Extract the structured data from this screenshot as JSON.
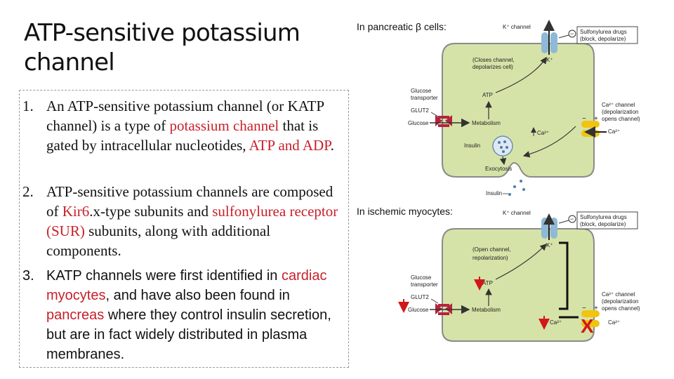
{
  "title": "ATP-sensitive potassium channel",
  "points": [
    {
      "num": "1.",
      "segments": [
        {
          "text": "An ATP-sensitive potassium channel (or KATP channel) is a type of ",
          "red": false
        },
        {
          "text": "potassium channel",
          "red": true
        },
        {
          "text": " that is gated by intracellular nucleotides, ",
          "red": false
        },
        {
          "text": "ATP and ADP",
          "red": true
        },
        {
          "text": ".",
          "red": false
        }
      ]
    },
    {
      "num": "2.",
      "segments": [
        {
          "text": "ATP-sensitive potassium channels are composed of ",
          "red": false
        },
        {
          "text": "Kir6",
          "red": true
        },
        {
          "text": ".x-type subunits and ",
          "red": false
        },
        {
          "text": "sulfonylurea receptor (SUR)",
          "red": true
        },
        {
          "text": " subunits, along with additional components.",
          "red": false
        }
      ]
    },
    {
      "num": "3.",
      "segments": [
        {
          "text": "KATP channels were first identified in ",
          "red": false
        },
        {
          "text": "cardiac myocytes",
          "red": true
        },
        {
          "text": ", and have also been found in ",
          "red": false
        },
        {
          "text": "pancreas",
          "red": true
        },
        {
          "text": " where they control insulin secretion, but are in fact widely distributed in plasma membranes.",
          "red": false
        }
      ]
    }
  ],
  "diagram_top": {
    "heading": "In pancreatic β cells:",
    "k_channel": "K⁺ channel",
    "sulfonylurea": "Sulfonylurea drugs",
    "sulfonylurea2": "(block, depolarize)",
    "closes1": "(Closes channel,",
    "closes2": "depolarizes cell)",
    "k_plus": "K⁺",
    "atp": "ATP",
    "glucose_transporter1": "Glucose",
    "glucose_transporter2": "transporter",
    "glut2": "GLUT2",
    "glucose": "Glucose",
    "metabolism": "Metabolism",
    "insulin_inside": "Insulin",
    "exocytosis": "Exocytosis",
    "insulin_out": "Insulin",
    "ca_channel1": "Ca²⁺ channel",
    "ca_channel2": "(depolarization",
    "ca_channel3": "opens channel)",
    "ca_in": "Ca²⁺",
    "ca_out": "Ca²⁺",
    "minus": "−",
    "plus": "+"
  },
  "diagram_bottom": {
    "heading": "In ischemic myocytes:",
    "k_channel": "K⁺ channel",
    "sulfonylurea": "Sulfonylurea drugs",
    "sulfonylurea2": "(block, depolarize)",
    "opens1": "(Open channel,",
    "opens2": "repolarization)",
    "k_plus": "K⁺",
    "atp": "ATP",
    "glucose_transporter1": "Glucose",
    "glucose_transporter2": "transporter",
    "glut2": "GLUT2",
    "glucose": "Glucose",
    "metabolism": "Metabolism",
    "ca_channel1": "Ca²⁺ channel",
    "ca_channel2": "(depolarization",
    "ca_channel3": "opens channel)",
    "ca_in": "Ca²⁺",
    "ca_out": "Ca²⁺",
    "minus": "−",
    "plus": "+",
    "block_mark": "X"
  },
  "colors": {
    "cell_fill": "#d6e3a8",
    "cell_border": "#8a8a8a",
    "channel_blue": "#8fb9d6",
    "transporter_red": "#b5233c",
    "ca_yellow": "#f1c40f",
    "red_text": "#c8202a"
  }
}
